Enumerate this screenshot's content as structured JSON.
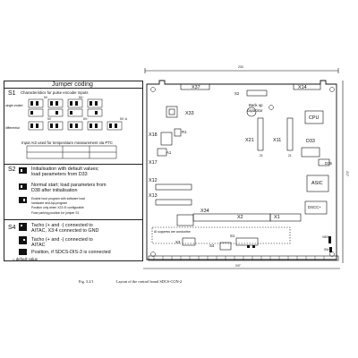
{
  "jumper": {
    "title": "Jumper coding",
    "s1": {
      "id": "S1",
      "desc": "Characteristics for pulse encoder inputs",
      "col_a": "5V",
      "col_b": "5V↑",
      "single_ended": "single-ended",
      "differential": "differential",
      "foot_a": "5V",
      "foot_b": "5V↑",
      "foot_c": "5V↑A",
      "ptc_note": "Input AI2 used for temperature measurement via PTC"
    },
    "s2": {
      "id": "S2",
      "desc1": "Initialisation with default values;",
      "desc2": "load parameters from D33",
      "desc3": "Normal start; load parameters from",
      "desc4": "D38 after initialisation",
      "desc5": "Enable boot program with software load",
      "desc6": "hardware and Apl-program",
      "desc7": "Position only when X23 /S configurable",
      "desc8": "Fuse parking position for jumper S1"
    },
    "s4": {
      "id": "S4",
      "desc1": "Tacho (+ and -) connected to",
      "desc2": "AITAC, X3:4 connected to GND",
      "desc3": "Tacho (+ and -) connected to",
      "desc4": "AITAC",
      "desc5": "Position, if SDCS-DIS-3 is connected",
      "default": "= default value"
    }
  },
  "board": {
    "dim_top": "233",
    "dim_right": "217",
    "dim_bottom": "247",
    "labels": {
      "x37": "X37",
      "x14": "X14",
      "s2": "S2",
      "backup": "Back up",
      "capacitor": "capacitor",
      "x33": "X33",
      "cpu": "CPU",
      "x18": "X18",
      "r1": "R1",
      "x17": "X17",
      "a1": "A1",
      "x21": "X21",
      "x11": "X11",
      "d33": "D33",
      "d35": "D35",
      "x12": "X12",
      "x13": "X13",
      "asic": "ASIC",
      "dscc": "DSCC+",
      "x34": "X34",
      "x2": "X2",
      "x1": "X1",
      "x3": "X3",
      "s4": "S4",
      "s1": "S1",
      "v800": "V800",
      "sw": "SW",
      "ai_note": "AI suppress are conductive",
      "pin21a": "21",
      "pin21b": "21"
    }
  },
  "caption": {
    "fig": "Fig. 3.2/1",
    "text": "Layout of the control board SDCS-CON-2"
  }
}
